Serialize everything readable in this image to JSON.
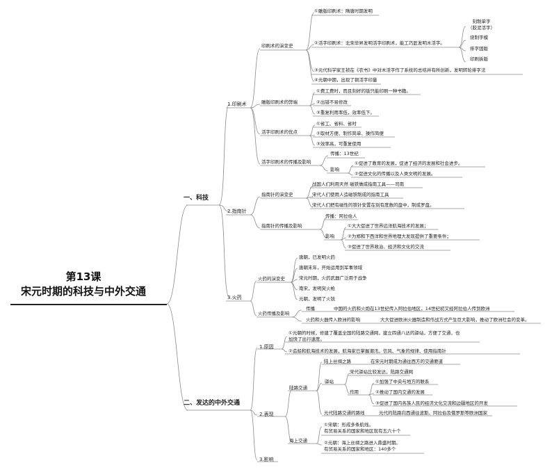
{
  "title": {
    "line1": "第13课",
    "line2": "宋元时期的科技与中外交通"
  },
  "branch1": {
    "label": "一、科技",
    "printing": {
      "label": "1.印刷术",
      "history": {
        "label": "印刷术的演变史",
        "items": [
          "①雕版印刷术：隋唐时期发明",
          "②活字印刷术：北宋毕昇发明活字印刷术，能工巧匠发明木活字。",
          "③元代科学家王祯在《农书》中对木活字作了系统的总结并有所创新，发明转轮排字法",
          "④元朝中期，出现了铜活字印量"
        ],
        "steps": [
          "刻制单字\n（胶泥活字）",
          "烧制字模",
          "排字固版",
          "印刷拆版"
        ]
      },
      "woodblock": {
        "label": "雕版印刷术的弊端",
        "items": [
          "①费工费时，而且刻好的版只能印刷一种书籍。",
          "②出错不易修改",
          "③重复利用率低，效率低下。"
        ]
      },
      "movable": {
        "label": "活字印刷术的优点",
        "items": [
          "①省工、省料、省时",
          "②取材方便、制作简单、操作简便",
          "③效率高，可重复使用"
        ]
      },
      "spread": {
        "label": "活字印刷术的传播及影响",
        "spread_text": "传播：13世纪",
        "impact_label": "影响",
        "impacts": [
          "①促进了教育的发展，促进了经济的发展和社会进步。",
          "②促进文化的传播以及人类文明的发展。"
        ]
      }
    },
    "compass": {
      "label": "2.指南针",
      "history": {
        "label": "指南针的演变史",
        "items": [
          "战国人们利用天然 磁铁做成指南工具——司南",
          "宋代人们使用人造磁铁制成的指南工具",
          "宋代人们把有磁性的铁针安置在刻有度数的盘中，制成罗盘。"
        ]
      },
      "spread": {
        "label": "指南针的传播及影响",
        "spread_text": "传播：阿拉伯人",
        "impact_label": "影响",
        "impacts": [
          "①大大促进了世界远洋航海技术的发展；",
          "②为郑和下西洋和世界地理大发现提供了重要条件；",
          "③促进了世界政治、经济和文化的交流"
        ]
      }
    },
    "gunpowder": {
      "label": "3.火药",
      "history": {
        "label": "火药的演变史",
        "items": [
          "唐朝，已发明火药",
          "唐朝末年，开始运用到军事领域",
          "宋元时期，火药武器广泛用于战争",
          "南宋，发明突火枪",
          "元朝，发明了火铳"
        ]
      },
      "spread": {
        "label": "火药传播及影响",
        "spread_label": "传播",
        "spread_text": "中国的火药和火炮在13世纪传入阿拉伯地区，14世纪初又经阿拉伯人传到欧洲",
        "impact_label": "火药和火器传入欧洲的影响",
        "impact_text": "大大促进欧洲火器制造和作战方式产生巨大影响，推动了欧洲社会的变革。"
      }
    }
  },
  "branch2": {
    "label": "二、发达的中外交通",
    "reason": {
      "label": "1.原因",
      "items": [
        "①元朝的时候，修建了覆盖全国的陆路交通网，建立四通八达的驿站，方便了交通，也\n加快了出行速度。",
        "②造船和航海技术的发展，航海家已掌握潮汛、信风、气象的规律、使用指南针"
      ]
    },
    "performance": {
      "label": "2.表现",
      "land": {
        "label": "陆路交通",
        "silk_label": "陆上丝绸之路",
        "silk_text": "在宋元时期成为通往西方的交通要道",
        "post_label": "驿站",
        "post_text": "宋代驿站比较发达，陆路交通网",
        "effect_label": "作用",
        "effects": [
          "①加强了中央与地方的联系",
          "②推动了国内交通的发展",
          "③促进了国内各族人民的经济文化交流和边疆地区的开发"
        ],
        "yuan_label": "元代陆路交通的路线",
        "yuan_text": "元代的陆路向西通往波斯、阿拉伯及俄罗斯等欧洲国家"
      },
      "sea": {
        "label": "海上交通",
        "items": [
          "①宋朝：形成多条航线。\n有贸易关系的国家和地区就有五六十个",
          "②元朝：海上丝绸之路进入鼎盛时期。\n有贸易关系的国家和地区：140多个"
        ]
      }
    },
    "impact": {
      "label": "3.影响"
    }
  }
}
